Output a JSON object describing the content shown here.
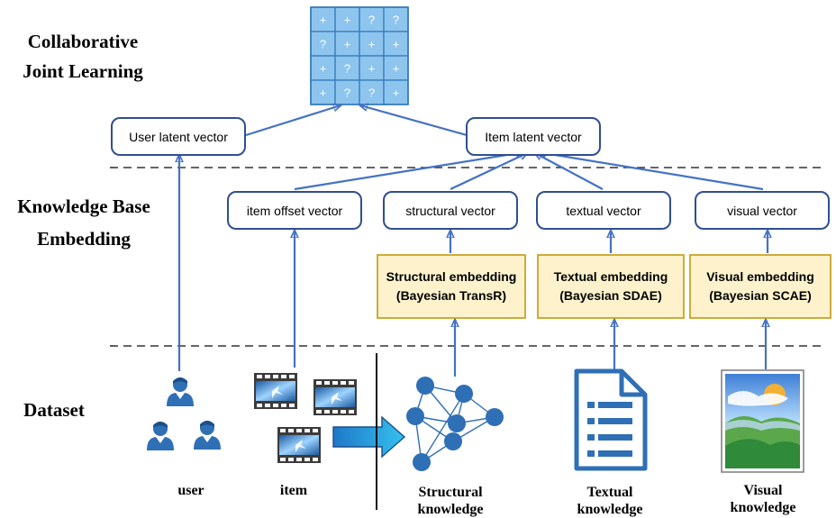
{
  "sections": {
    "collab_line1": "Collaborative",
    "collab_line2": "Joint Learning",
    "kb_line1": "Knowledge Base",
    "kb_line2": "Embedding",
    "dataset": "Dataset"
  },
  "matrix": {
    "rows": [
      [
        "+",
        "+",
        "?",
        "?"
      ],
      [
        "?",
        "+",
        "+",
        "+"
      ],
      [
        "+",
        "?",
        "+",
        "+"
      ],
      [
        "+",
        "?",
        "?",
        "+"
      ]
    ]
  },
  "latent": {
    "user": "User latent vector",
    "item": "Item latent vector"
  },
  "vectors": {
    "offset": "item offset vector",
    "structural": "structural vector",
    "textual": "textual vector",
    "visual": "visual vector"
  },
  "embeddings": {
    "structural_line1": "Structural embedding",
    "structural_line2": "(Bayesian TransR)",
    "textual_line1": "Textual embedding",
    "textual_line2": "(Bayesian SDAE)",
    "visual_line1": "Visual embedding",
    "visual_line2": "(Bayesian SCAE)"
  },
  "captions": {
    "user": "user",
    "item": "item",
    "structural_line1": "Structural",
    "structural_line2": "knowledge",
    "textual_line1": "Textual",
    "textual_line2": "knowledge",
    "visual_line1": "Visual",
    "visual_line2": "knowledge"
  },
  "colors": {
    "arrow": "#4472c4",
    "box_border": "#2f4f8f",
    "embed_fill": "#fdf2cc",
    "embed_border": "#c9a227",
    "matrix_cell": "#8ec5ee",
    "matrix_border": "#2e75b6",
    "icon_blue": "#2f6fb5",
    "dashed_line": "#333333"
  }
}
